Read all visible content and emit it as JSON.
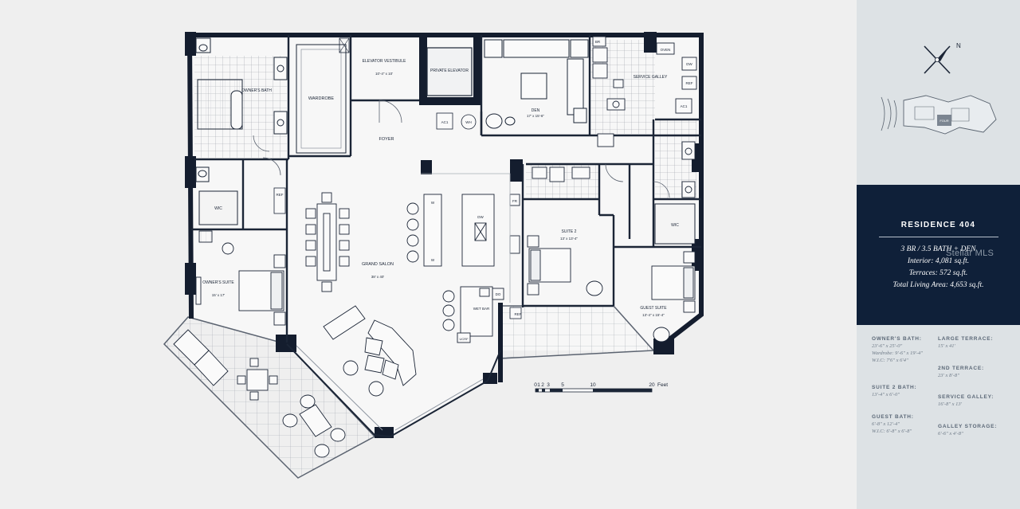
{
  "plan": {
    "rooms": {
      "owners_bath": "OWNER'S BATH",
      "wardrobe": "WARDROBE",
      "elevator_vestibule": "ELEVATOR VESTIBULE",
      "elevator_vestibule_dim": "10'-4\" x 10'",
      "private_elevator": "PRIVATE ELEVATOR",
      "den": "DEN",
      "den_dim": "17' x 15'-6\"",
      "service_galley": "SERVICE GALLEY",
      "foyer": "FOYER",
      "wic_left": "WIC",
      "owners_suite": "OWNER'S SUITE",
      "owners_suite_dim": "15' x 17'",
      "grand_salon": "GRAND SALON",
      "grand_salon_dim": "38' x 40'",
      "suite_2": "SUITE 2",
      "suite_2_dim": "13' x 13'-4\"",
      "wic_right": "WIC",
      "guest_suite": "GUEST SUITE",
      "guest_suite_dim": "13'-4\" x 15'-4\"",
      "wet_bar": "WET BAR"
    },
    "fixtures": {
      "br": "BR",
      "oven": "OVEN",
      "dw_galley": "DW",
      "ref_galley": "REF",
      "ac1_galley": "AC1",
      "ac1_den": "AC1",
      "wh": "WH",
      "ref_left": "REF",
      "w1": "W",
      "w2": "W",
      "dw_kitchen": "DW",
      "fr": "FR",
      "do": "DO",
      "ref_bar": "REF",
      "ucrf": "UCRF"
    }
  },
  "scale_bar": {
    "ticks": [
      "0",
      "1",
      "2",
      "3",
      "5",
      "10",
      "20"
    ],
    "unit": "Feet"
  },
  "compass": {
    "north": "N"
  },
  "keyplan": {
    "unit_label": "FOUR"
  },
  "residence": {
    "title": "RESIDENCE 404",
    "beds": "3 BR / 3.5 BATH + DEN",
    "interior": "Interior: 4,081 sq.ft.",
    "terraces": "Terraces: 572 sq.ft.",
    "total": "Total Living Area: 4,653 sq.ft."
  },
  "watermark": "Stellar MLS",
  "dimensions": [
    {
      "heading": "OWNER'S BATH:",
      "lines": [
        "23'-6\" x 25'-0\"",
        "Wardrobe: 9'-6\" x 19'-4\"",
        "W.I.C: 7'6\" x 6'4\""
      ]
    },
    {
      "heading": "LARGE TERRACE:",
      "lines": [
        "15' x 41'"
      ]
    },
    {
      "heading": "2ND TERRACE:",
      "lines": [
        "23' x 8'-8\""
      ]
    },
    {
      "heading": "SUITE 2 BATH:",
      "lines": [
        "13'-4\" x 6'-0\""
      ]
    },
    {
      "heading": "SERVICE GALLEY:",
      "lines": [
        "16'-8\" x 13'"
      ]
    },
    {
      "heading": "GUEST BATH:",
      "lines": [
        "6'-8\" x 12'-4\"",
        "W.I.C: 6'-8\" x 6'-8\""
      ]
    },
    {
      "heading": "GALLEY STORAGE:",
      "lines": [
        "6'-6\" x 4'-8\""
      ]
    }
  ]
}
